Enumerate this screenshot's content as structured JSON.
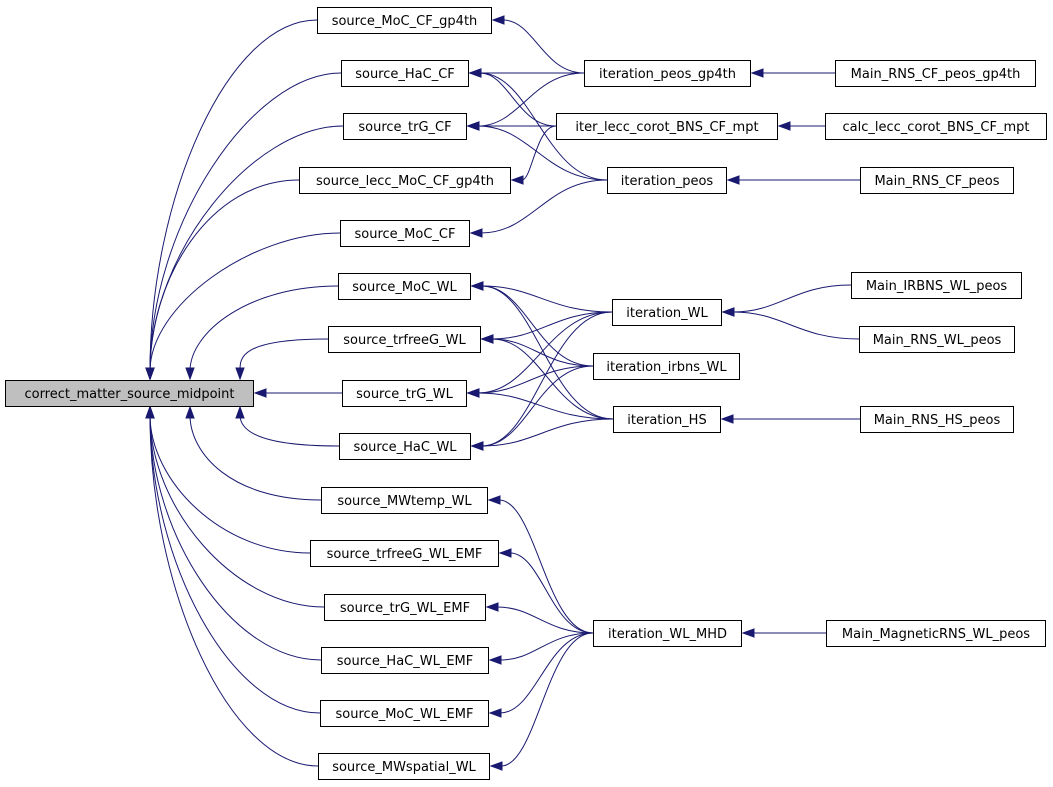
{
  "graph": {
    "edge_color": "#191970",
    "root_fill": "#bfbfbf",
    "nodes": [
      {
        "id": "root",
        "label": "correct_matter_source_midpoint",
        "root": true
      },
      {
        "id": "s_moc_gp4",
        "label": "source_MoC_CF_gp4th"
      },
      {
        "id": "s_hac_cf",
        "label": "source_HaC_CF"
      },
      {
        "id": "s_trg_cf",
        "label": "source_trG_CF"
      },
      {
        "id": "s_lecc",
        "label": "source_lecc_MoC_CF_gp4th"
      },
      {
        "id": "s_moc_cf",
        "label": "source_MoC_CF"
      },
      {
        "id": "s_moc_wl",
        "label": "source_MoC_WL"
      },
      {
        "id": "s_trfree_wl",
        "label": "source_trfreeG_WL"
      },
      {
        "id": "s_trg_wl",
        "label": "source_trG_WL"
      },
      {
        "id": "s_hac_wl",
        "label": "source_HaC_WL"
      },
      {
        "id": "s_mwtemp",
        "label": "source_MWtemp_WL"
      },
      {
        "id": "s_trfree_emf",
        "label": "source_trfreeG_WL_EMF"
      },
      {
        "id": "s_trg_emf",
        "label": "source_trG_WL_EMF"
      },
      {
        "id": "s_hac_emf",
        "label": "source_HaC_WL_EMF"
      },
      {
        "id": "s_moc_emf",
        "label": "source_MoC_WL_EMF"
      },
      {
        "id": "s_mwspatial",
        "label": "source_MWspatial_WL"
      },
      {
        "id": "it_peos_gp4",
        "label": "iteration_peos_gp4th"
      },
      {
        "id": "it_lecc",
        "label": "iter_lecc_corot_BNS_CF_mpt"
      },
      {
        "id": "it_peos",
        "label": "iteration_peos"
      },
      {
        "id": "it_wl",
        "label": "iteration_WL"
      },
      {
        "id": "it_irbns",
        "label": "iteration_irbns_WL"
      },
      {
        "id": "it_hs",
        "label": "iteration_HS"
      },
      {
        "id": "it_mhd",
        "label": "iteration_WL_MHD"
      },
      {
        "id": "m_peos_gp4",
        "label": "Main_RNS_CF_peos_gp4th"
      },
      {
        "id": "m_calc_lecc",
        "label": "calc_lecc_corot_BNS_CF_mpt"
      },
      {
        "id": "m_cf_peos",
        "label": "Main_RNS_CF_peos"
      },
      {
        "id": "m_irbns",
        "label": "Main_IRBNS_WL_peos"
      },
      {
        "id": "m_wl_peos",
        "label": "Main_RNS_WL_peos"
      },
      {
        "id": "m_hs_peos",
        "label": "Main_RNS_HS_peos"
      },
      {
        "id": "m_magnetic",
        "label": "Main_MagneticRNS_WL_peos"
      }
    ],
    "edges": [
      {
        "from": "s_moc_gp4",
        "to": "root"
      },
      {
        "from": "s_hac_cf",
        "to": "root"
      },
      {
        "from": "s_trg_cf",
        "to": "root"
      },
      {
        "from": "s_lecc",
        "to": "root"
      },
      {
        "from": "s_moc_cf",
        "to": "root"
      },
      {
        "from": "s_moc_wl",
        "to": "root"
      },
      {
        "from": "s_trfree_wl",
        "to": "root"
      },
      {
        "from": "s_trg_wl",
        "to": "root"
      },
      {
        "from": "s_hac_wl",
        "to": "root"
      },
      {
        "from": "s_mwtemp",
        "to": "root"
      },
      {
        "from": "s_trfree_emf",
        "to": "root"
      },
      {
        "from": "s_trg_emf",
        "to": "root"
      },
      {
        "from": "s_hac_emf",
        "to": "root"
      },
      {
        "from": "s_moc_emf",
        "to": "root"
      },
      {
        "from": "s_mwspatial",
        "to": "root"
      },
      {
        "from": "it_peos_gp4",
        "to": "s_moc_gp4"
      },
      {
        "from": "it_peos_gp4",
        "to": "s_hac_cf"
      },
      {
        "from": "it_peos_gp4",
        "to": "s_trg_cf"
      },
      {
        "from": "it_lecc",
        "to": "s_hac_cf"
      },
      {
        "from": "it_lecc",
        "to": "s_trg_cf"
      },
      {
        "from": "it_lecc",
        "to": "s_lecc"
      },
      {
        "from": "it_peos",
        "to": "s_hac_cf"
      },
      {
        "from": "it_peos",
        "to": "s_trg_cf"
      },
      {
        "from": "it_peos",
        "to": "s_moc_cf"
      },
      {
        "from": "it_wl",
        "to": "s_moc_wl"
      },
      {
        "from": "it_wl",
        "to": "s_trfree_wl"
      },
      {
        "from": "it_wl",
        "to": "s_trg_wl"
      },
      {
        "from": "it_wl",
        "to": "s_hac_wl"
      },
      {
        "from": "it_irbns",
        "to": "s_moc_wl"
      },
      {
        "from": "it_irbns",
        "to": "s_trfree_wl"
      },
      {
        "from": "it_irbns",
        "to": "s_trg_wl"
      },
      {
        "from": "it_irbns",
        "to": "s_hac_wl"
      },
      {
        "from": "it_hs",
        "to": "s_moc_wl"
      },
      {
        "from": "it_hs",
        "to": "s_trfree_wl"
      },
      {
        "from": "it_hs",
        "to": "s_trg_wl"
      },
      {
        "from": "it_hs",
        "to": "s_hac_wl"
      },
      {
        "from": "it_mhd",
        "to": "s_mwtemp"
      },
      {
        "from": "it_mhd",
        "to": "s_trfree_emf"
      },
      {
        "from": "it_mhd",
        "to": "s_trg_emf"
      },
      {
        "from": "it_mhd",
        "to": "s_hac_emf"
      },
      {
        "from": "it_mhd",
        "to": "s_moc_emf"
      },
      {
        "from": "it_mhd",
        "to": "s_mwspatial"
      },
      {
        "from": "m_peos_gp4",
        "to": "it_peos_gp4"
      },
      {
        "from": "m_calc_lecc",
        "to": "it_lecc"
      },
      {
        "from": "m_cf_peos",
        "to": "it_peos"
      },
      {
        "from": "m_irbns",
        "to": "it_wl"
      },
      {
        "from": "m_wl_peos",
        "to": "it_wl"
      },
      {
        "from": "m_hs_peos",
        "to": "it_hs"
      },
      {
        "from": "m_magnetic",
        "to": "it_mhd"
      }
    ]
  }
}
